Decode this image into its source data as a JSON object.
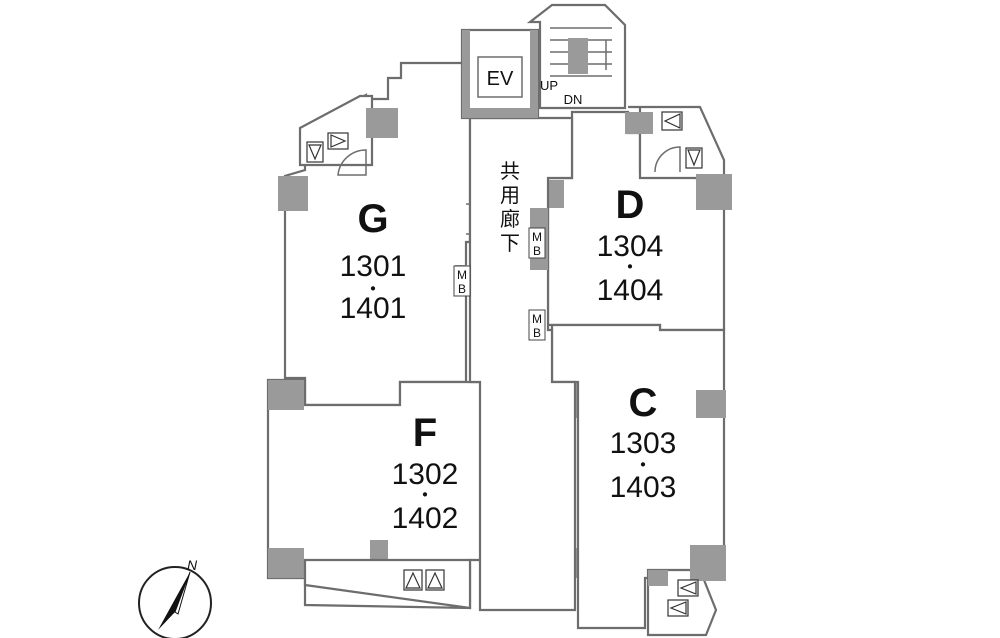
{
  "units": [
    {
      "id": "G",
      "letter": "G",
      "numbers": [
        "1301",
        "1401"
      ]
    },
    {
      "id": "F",
      "letter": "F",
      "numbers": [
        "1302",
        "1402"
      ]
    },
    {
      "id": "D",
      "letter": "D",
      "numbers": [
        "1304",
        "1404"
      ]
    },
    {
      "id": "C",
      "letter": "C",
      "numbers": [
        "1303",
        "1403"
      ]
    }
  ],
  "separator": "・",
  "elevator_label": "EV",
  "stairs": {
    "up": "UP",
    "down": "DN"
  },
  "corridor_label": [
    "共",
    "用",
    "廊",
    "下"
  ],
  "meter_box": [
    "M",
    "B"
  ],
  "north_label": "N"
}
